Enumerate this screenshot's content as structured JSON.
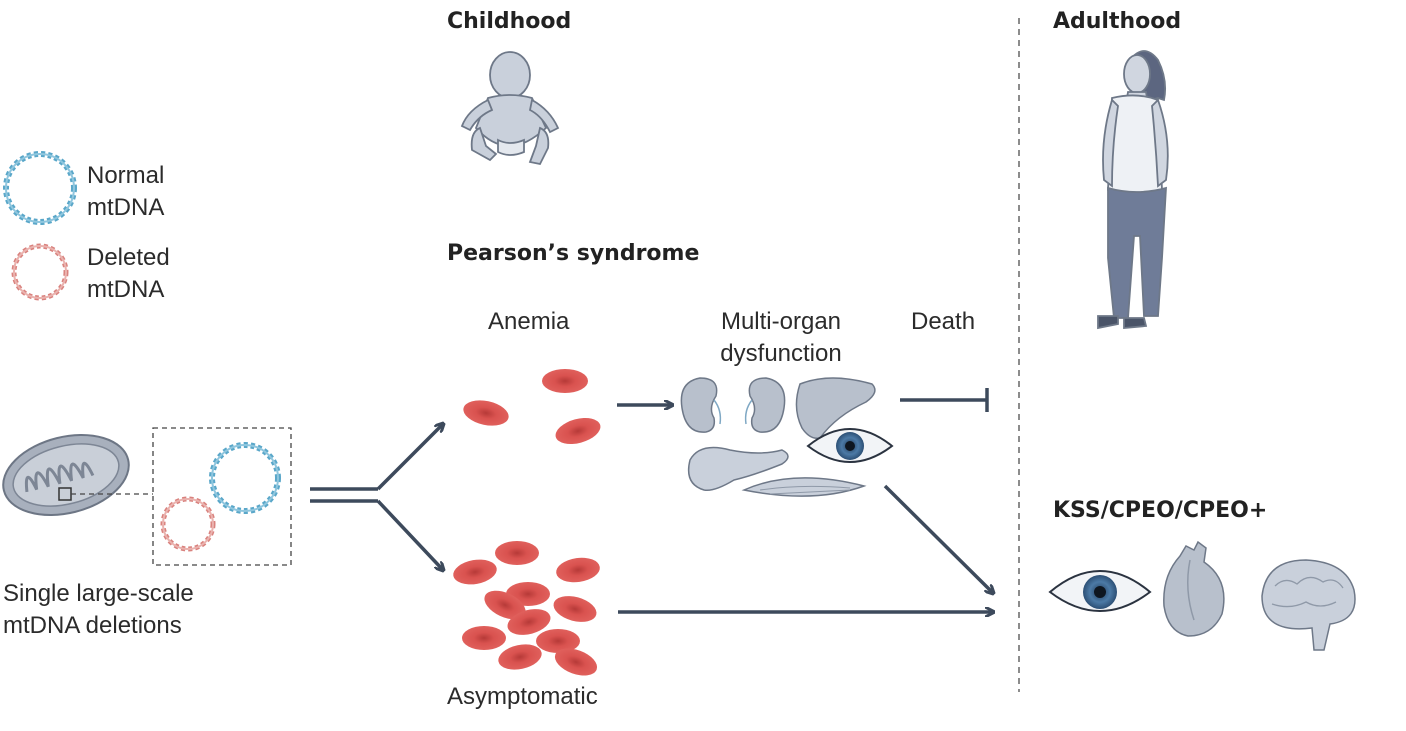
{
  "headings": {
    "childhood": "Childhood",
    "adulthood": "Adulthood",
    "pearson": "Pearson’s syndrome",
    "kss": "KSS/CPEO/CPEO+"
  },
  "legend": {
    "normal_line1": "Normal",
    "normal_line2": "mtDNA",
    "deleted_line1": "Deleted",
    "deleted_line2": "mtDNA"
  },
  "labels": {
    "deletions_line1": "Single large-scale",
    "deletions_line2": "mtDNA deletions",
    "anemia": "Anemia",
    "multi_organ_line1": "Multi-organ",
    "multi_organ_line2": "dysfunction",
    "death": "Death",
    "asymptomatic": "Asymptomatic"
  },
  "colors": {
    "arrow": "#3d4a5c",
    "normal_dna": "#5aa7c9",
    "deleted_dna": "#d9827e",
    "rbc": "#d9524f",
    "organ": "#b8c0cc",
    "figure": "#a9b3c3",
    "jeans": "#6f7c98"
  }
}
